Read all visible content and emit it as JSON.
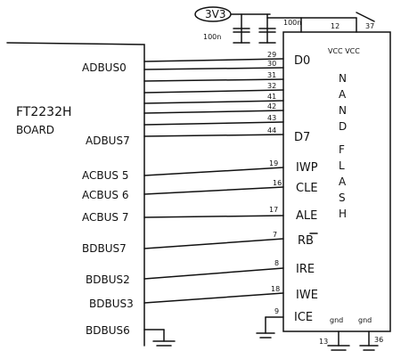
{
  "supply": {
    "label": "3V3"
  },
  "capacitors": {
    "left": "100n",
    "right": "100n"
  },
  "top_pins": {
    "left": "12",
    "right": "37"
  },
  "left_block": {
    "name_line1": "FT2232H",
    "name_line2": "BOARD",
    "pins": [
      {
        "id": "adbus0",
        "label": "ADBUS0"
      },
      {
        "id": "adbus7",
        "label": "ADBUS7"
      },
      {
        "id": "acbus5",
        "label": "ACBUS 5"
      },
      {
        "id": "acbus6",
        "label": "ACBUS 6"
      },
      {
        "id": "acbus7",
        "label": "ACBUS 7"
      },
      {
        "id": "bdbus7",
        "label": "BDBUS7"
      },
      {
        "id": "bdbus2",
        "label": "BDBUS2"
      },
      {
        "id": "bdbus3",
        "label": "BDBUS3"
      },
      {
        "id": "bdbus6",
        "label": "BDBUS6"
      }
    ]
  },
  "right_block": {
    "vcc_label": "VCC VCC",
    "title_letters": [
      "N",
      "A",
      "N",
      "D",
      "F",
      "L",
      "A",
      "S",
      "H"
    ],
    "data_first": "D0",
    "data_last": "D7",
    "data_pins": [
      "29",
      "30",
      "31",
      "32",
      "41",
      "42",
      "43",
      "44"
    ],
    "signals": [
      {
        "id": "iwp",
        "pin": "19",
        "label": "IWP"
      },
      {
        "id": "cle",
        "pin": "16",
        "label": "CLE"
      },
      {
        "id": "ale",
        "pin": "17",
        "label": "ALE"
      },
      {
        "id": "rb",
        "pin": "7",
        "label": "RB"
      },
      {
        "id": "ire",
        "pin": "8",
        "label": "IRE"
      },
      {
        "id": "iwe",
        "pin": "18",
        "label": "IWE"
      },
      {
        "id": "ice",
        "pin": "9",
        "label": "ICE"
      }
    ],
    "gnd_label_1": "gnd",
    "gnd_label_2": "gnd",
    "gnd_pins": [
      "13",
      "36"
    ]
  }
}
